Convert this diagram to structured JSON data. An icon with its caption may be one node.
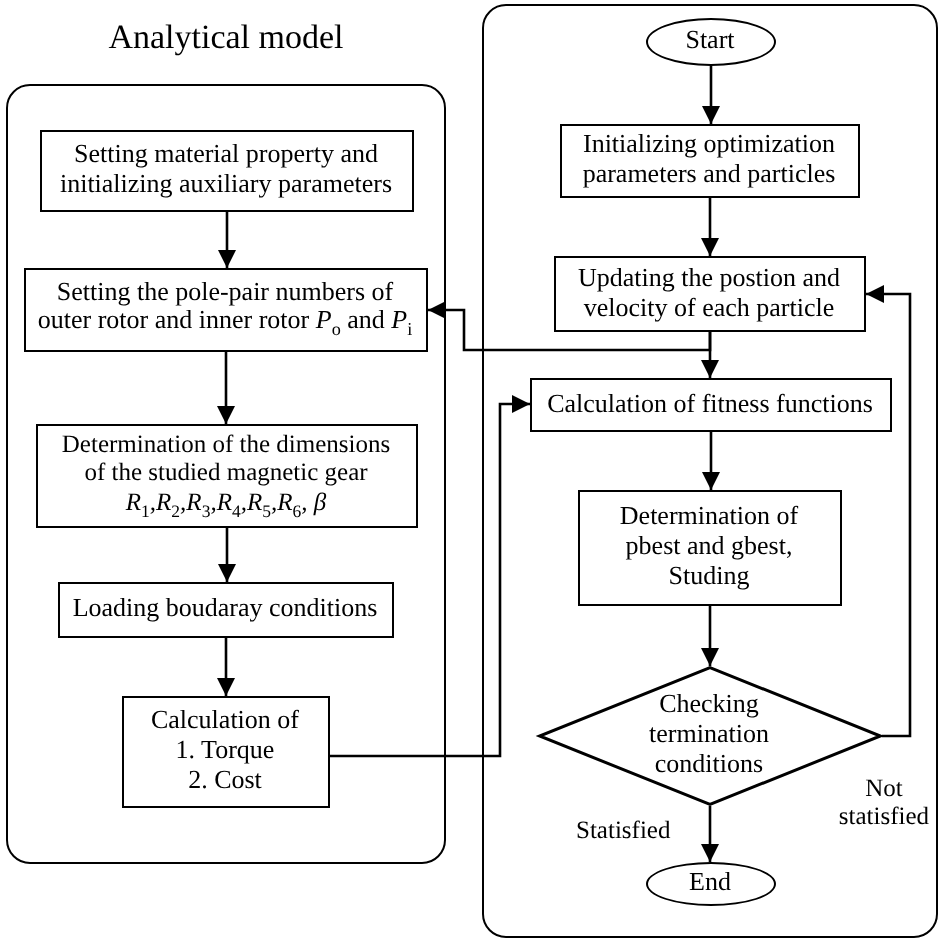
{
  "diagram": {
    "nodes": [
      {
        "text": [
          "Analytical model"
        ]
      },
      {
        "text": [
          "Setting material property  and initializing auxiliary parameters"
        ],
        "in": 0
      },
      {
        "text": [
          "Setting the pole-pair numbers of outer rotor and inner rotor *P*$_{o}$ and *P*$_{i}$"
        ],
        "in": 0
      },
      {
        "text": [
          "Determination of the dimensions of the studied magnetic gear",
          "R$_{1}$,R$_{2}$,R$_{3}$,R$_{4}$,R$_{5}$,R$_{6}$, β"
        ],
        "in": 0
      },
      {
        "text": [
          "Loading boudaray conditions"
        ],
        "in": 0
      },
      {
        "text": [
          "Calculation of",
          "1. Torque",
          "2. Cost"
        ],
        "in": 0
      },
      {
        "text": [],
        "shape": "box"
      },
      {
        "text": [
          "Start"
        ],
        "in": 6
      },
      {
        "text": [
          "Initializing optimization parameters and particles"
        ],
        "in": 6
      },
      {
        "text": [
          "Updating the postion and velocity of each particle"
        ],
        "in": 6
      },
      {
        "text": [
          "Calculation of fitness functions"
        ],
        "in": 6
      },
      {
        "text": [
          "Determination of pbest and gbest, Studing"
        ],
        "in": 6
      },
      {
        "text": [
          "Checking termination conditions"
        ],
        "in": 6
      },
      {
        "text": [
          "End"
        ],
        "in": 6
      }
    ],
    "edges": [
      {
        "from": 1,
        "to": 2,
        "arrow": "to"
      },
      {
        "from": 2,
        "to": 3,
        "arrow": "to"
      },
      {
        "from": 3,
        "to": 4,
        "arrow": "to"
      },
      {
        "from": 4,
        "to": 5,
        "arrow": "to"
      },
      {
        "from": 5,
        "to": 10,
        "arrow": "to"
      },
      {
        "from": 7,
        "to": 8,
        "arrow": "to"
      },
      {
        "from": 8,
        "to": 9,
        "arrow": "to"
      },
      {
        "from": 9,
        "to": 10,
        "arrow": "to"
      },
      {
        "from": 9,
        "to": 2,
        "arrow": "to"
      },
      {
        "from": 10,
        "to": 11,
        "arrow": "to"
      },
      {
        "from": 11,
        "to": 12,
        "arrow": "to"
      },
      {
        "from": 12,
        "to": 13,
        "arrow": "to",
        "label": "Statisfied"
      },
      {
        "from": 12,
        "to": 9,
        "arrow": "to",
        "label": "Not statisfied"
      }
    ]
  }
}
